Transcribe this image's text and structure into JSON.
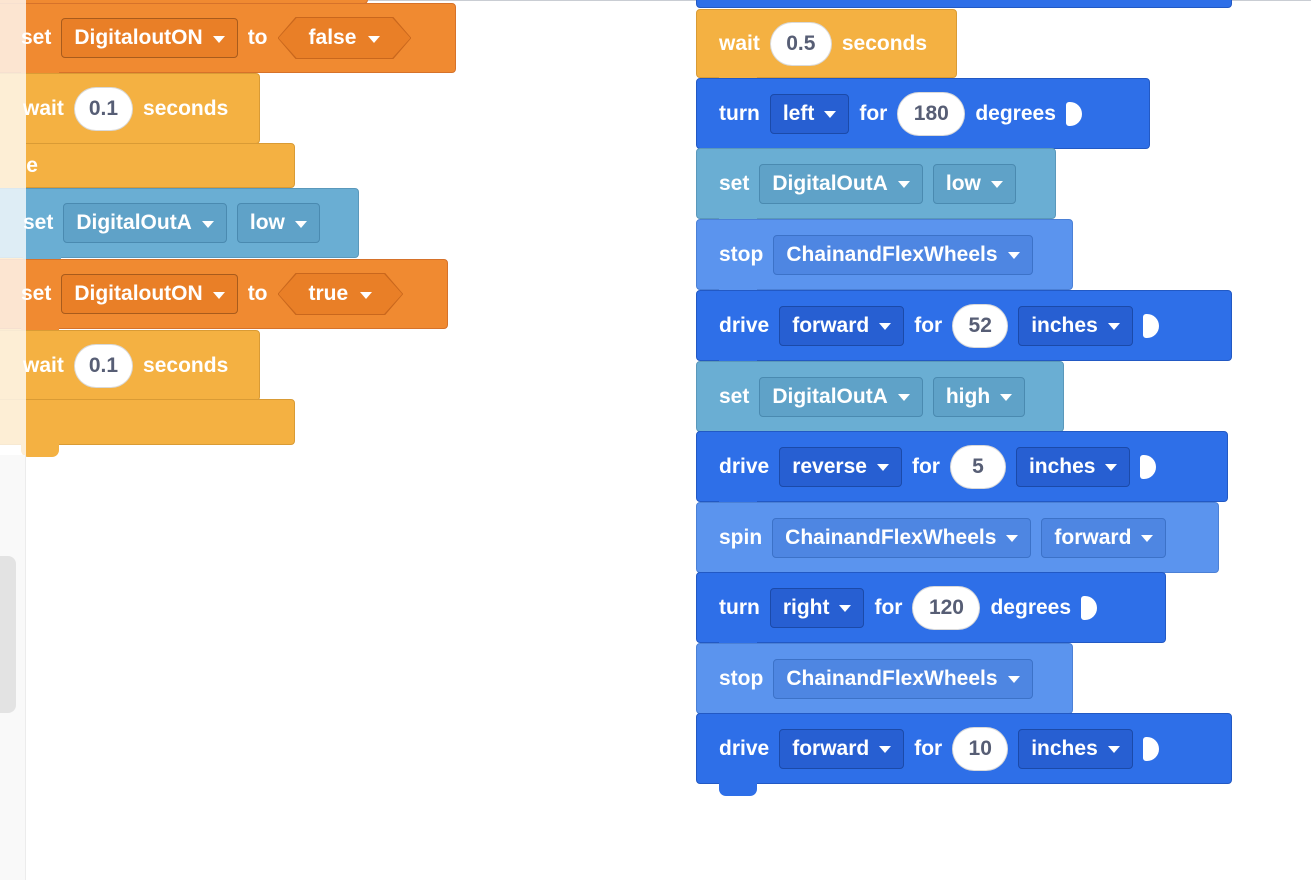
{
  "colors": {
    "looks_orange": "#f08a31",
    "control_yellow": "#f4b142",
    "triport_teal": "#6aaed3",
    "drivetrain_blue": "#2e6fe8",
    "motion_light_blue": "#5b94ee"
  },
  "icons": {
    "run_arrow": "play-arrow-icon",
    "dropdown": "caret-down-icon"
  },
  "left_script": {
    "b1": {
      "kw": "set",
      "var": "DigitaloutON",
      "to": "to",
      "value": "false"
    },
    "b2": {
      "kw": "wait",
      "num": "0.1",
      "unit": "seconds"
    },
    "b3": {
      "kw": "else"
    },
    "b4": {
      "kw": "set",
      "port": "DigitalOutA",
      "state": "low"
    },
    "b5": {
      "kw": "set",
      "var": "DigitaloutON",
      "to": "to",
      "value": "true"
    },
    "b6": {
      "kw": "wait",
      "num": "0.1",
      "unit": "seconds"
    }
  },
  "right_script": {
    "r1": {
      "kw": "wait",
      "num": "0.5",
      "unit": "seconds"
    },
    "r2": {
      "kw": "turn",
      "dir": "left",
      "for": "for",
      "num": "180",
      "unit": "degrees"
    },
    "r3": {
      "kw": "set",
      "port": "DigitalOutA",
      "state": "low"
    },
    "r4": {
      "kw": "stop",
      "group": "ChainandFlexWheels"
    },
    "r5": {
      "kw": "drive",
      "dir": "forward",
      "for": "for",
      "num": "52",
      "unit": "inches"
    },
    "r6": {
      "kw": "set",
      "port": "DigitalOutA",
      "state": "high"
    },
    "r7": {
      "kw": "drive",
      "dir": "reverse",
      "for": "for",
      "num": "5",
      "unit": "inches"
    },
    "r8": {
      "kw": "spin",
      "group": "ChainandFlexWheels",
      "dir": "forward"
    },
    "r9": {
      "kw": "turn",
      "dir": "right",
      "for": "for",
      "num": "120",
      "unit": "degrees"
    },
    "r10": {
      "kw": "stop",
      "group": "ChainandFlexWheels"
    },
    "r11": {
      "kw": "drive",
      "dir": "forward",
      "for": "for",
      "num": "10",
      "unit": "inches"
    }
  }
}
